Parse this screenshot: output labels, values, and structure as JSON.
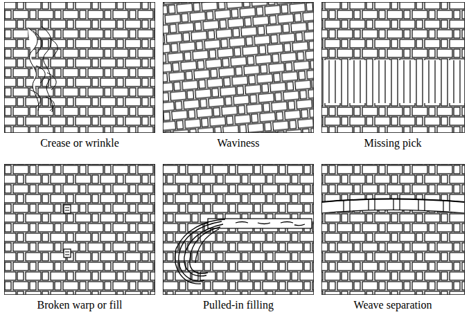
{
  "diagram": {
    "labels": [
      "Crease or wrinkle",
      "Waviness",
      "Missing pick",
      "Broken warp or fill",
      "Pulled-in filling",
      "Weave separation"
    ]
  }
}
